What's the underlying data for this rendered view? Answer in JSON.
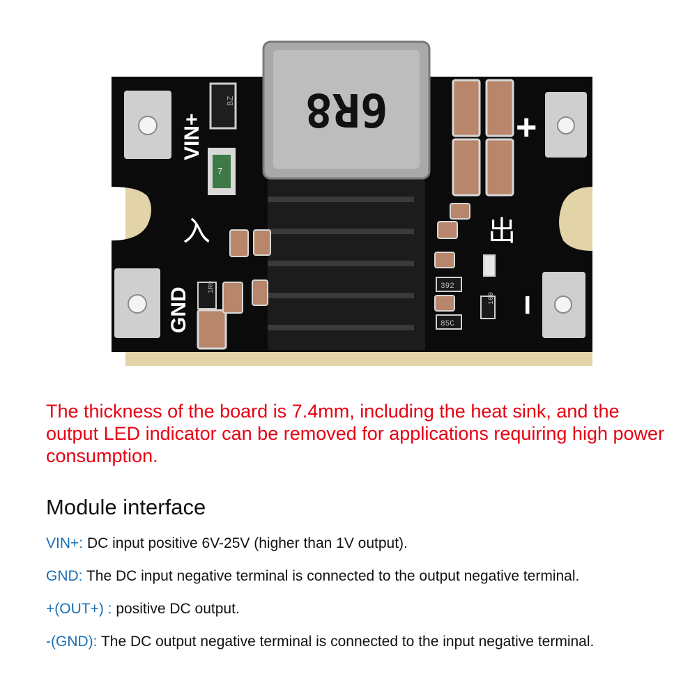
{
  "board": {
    "inductor_code": "6R8",
    "silkscreen_vin": "VIN+",
    "silkscreen_gnd": "GND",
    "silkscreen_in_cn": "入",
    "silkscreen_out_cn": "出",
    "silkscreen_plus": "+",
    "silkscreen_minus": "−",
    "diode_marking": "BZ",
    "fuse_marking": "7",
    "resistor_1": "1R0",
    "resistor_2": "392",
    "resistor_3": "85C",
    "resistor_4": "100",
    "colors": {
      "pcb": "#0b0b0b",
      "pad": "#cfcfcf",
      "inductor": "#a9a9a9",
      "heatsink": "#1c1c1c",
      "capacitor": "#b8866a",
      "substrate_edge": "#e2d4a8"
    }
  },
  "warning_text": "The thickness of the board is 7.4mm, including the heat sink, and the output LED indicator can be removed for applications requiring high power consumption.",
  "section_title": "Module interface",
  "interfaces": [
    {
      "key": "VIN+:",
      "desc": " DC input positive 6V-25V (higher than 1V output)."
    },
    {
      "key": "GND:",
      "desc": " The DC input negative terminal is connected to the output negative terminal."
    },
    {
      "key": "+(OUT+) :",
      "desc": " positive DC output."
    },
    {
      "key": "-(GND):",
      "desc": " The DC output negative terminal is connected to the input negative terminal."
    }
  ],
  "colors": {
    "warning": "#e60012",
    "label_key": "#1a6fb4",
    "text": "#111111"
  }
}
